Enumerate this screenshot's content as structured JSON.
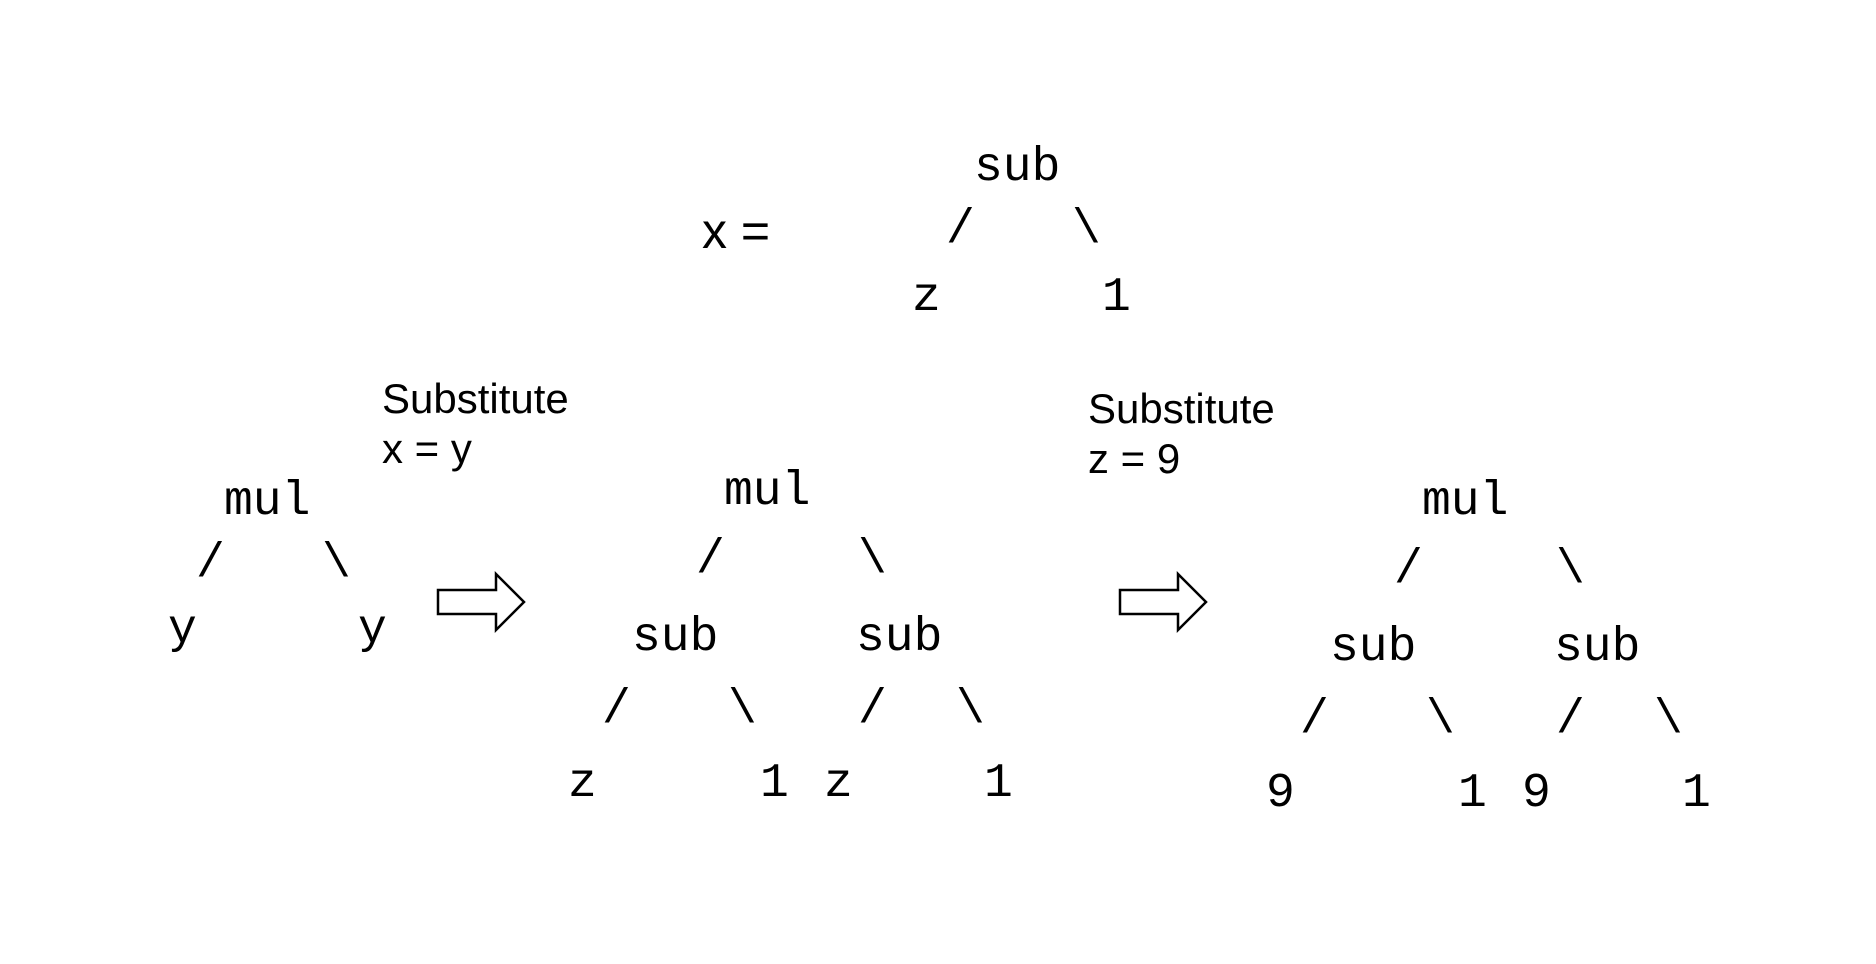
{
  "definition": {
    "lhs": "x =",
    "tree": {
      "root": "sub",
      "left": "z",
      "right": "1",
      "edge_left": "/",
      "edge_right": "\\"
    }
  },
  "steps": [
    {
      "line1": "Substitute",
      "line2": "x = y"
    },
    {
      "line1": "Substitute",
      "line2": "z = 9"
    }
  ],
  "trees": {
    "initial": {
      "root": "mul",
      "left": "y",
      "right": "y",
      "edge_left": "/",
      "edge_right": "\\"
    },
    "after_x": {
      "root": "mul",
      "left": {
        "node": "sub",
        "left": "z",
        "right": "1"
      },
      "right": {
        "node": "sub",
        "left": "z",
        "right": "1"
      },
      "edge_left": "/",
      "edge_right": "\\"
    },
    "after_z": {
      "root": "mul",
      "left": {
        "node": "sub",
        "left": "9",
        "right": "1"
      },
      "right": {
        "node": "sub",
        "left": "9",
        "right": "1"
      },
      "edge_left": "/",
      "edge_right": "\\"
    }
  },
  "icons": {
    "step_arrow": "right-arrow-icon"
  },
  "colors": {
    "text": "#000000",
    "background": "#ffffff"
  }
}
